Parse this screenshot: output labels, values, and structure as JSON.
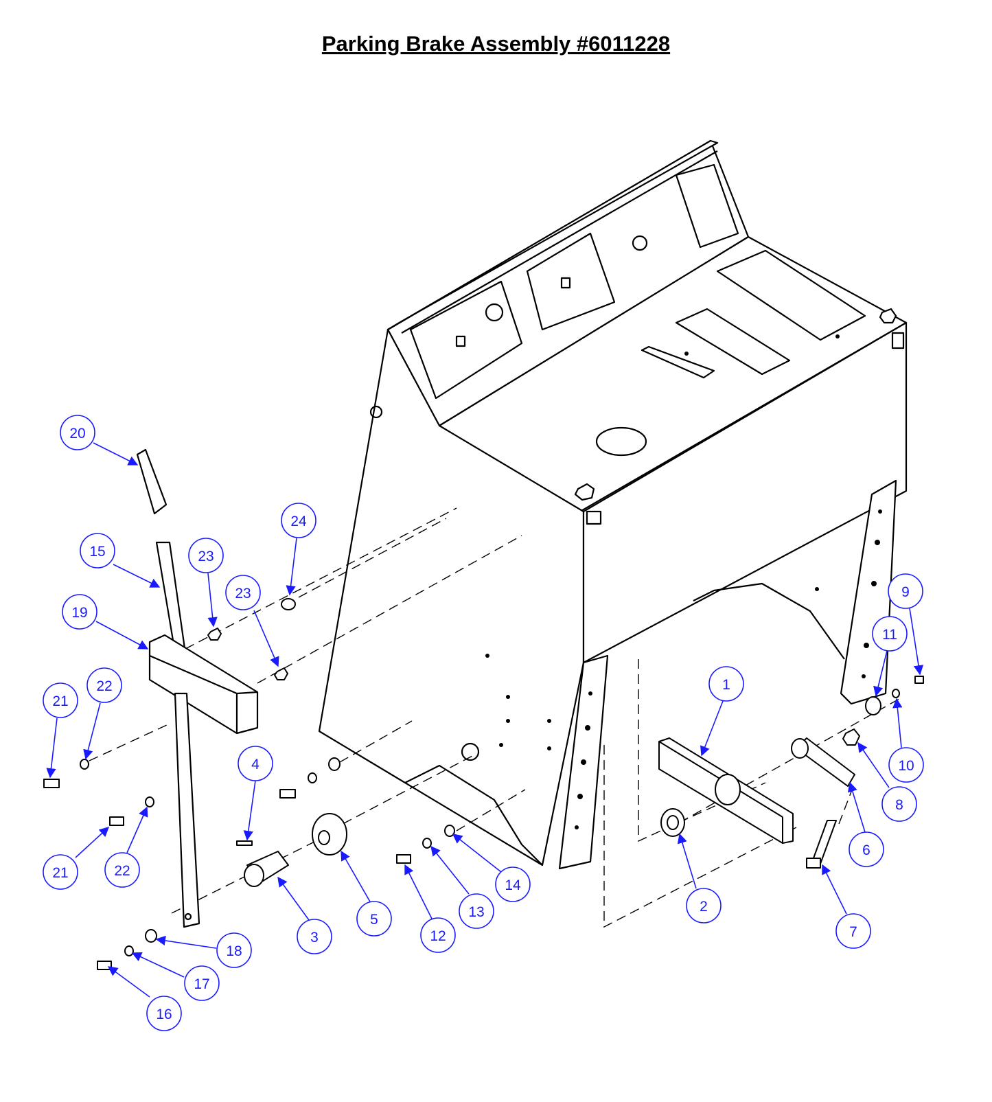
{
  "title": "Parking Brake Assembly #6011228",
  "colors": {
    "callout": "#1a1aff",
    "line": "#000000",
    "background": "#ffffff"
  },
  "callouts": [
    "1",
    "2",
    "3",
    "4",
    "5",
    "6",
    "7",
    "8",
    "9",
    "10",
    "11",
    "12",
    "13",
    "14",
    "15",
    "16",
    "17",
    "18",
    "19",
    "20",
    "21",
    "21",
    "22",
    "22",
    "23",
    "23",
    "24"
  ]
}
